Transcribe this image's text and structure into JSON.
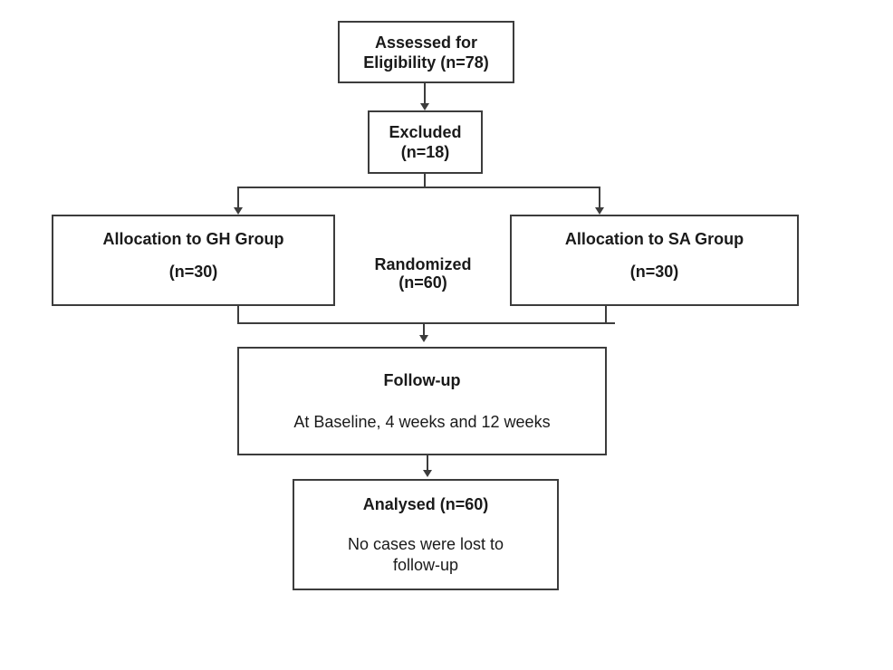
{
  "colors": {
    "background": "#ffffff",
    "line": "#3c3c3c",
    "text": "#1a1a1a"
  },
  "flowchart": {
    "assessed": {
      "line1": "Assessed for",
      "line2": "Eligibility (n=78)"
    },
    "excluded": {
      "line1": "Excluded",
      "line2": "(n=18)"
    },
    "allocation_gh": {
      "title": "Allocation to GH Group",
      "count": "(n=30)"
    },
    "randomized": {
      "line1": "Randomized",
      "line2": "(n=60)"
    },
    "allocation_sa": {
      "title": "Allocation to SA Group",
      "count": "(n=30)"
    },
    "followup": {
      "title": "Follow-up",
      "detail": "At Baseline, 4 weeks and 12 weeks"
    },
    "analysed": {
      "title": "Analysed (n=60)",
      "detail_line1": "No cases were lost to",
      "detail_line2": "follow-up"
    }
  }
}
